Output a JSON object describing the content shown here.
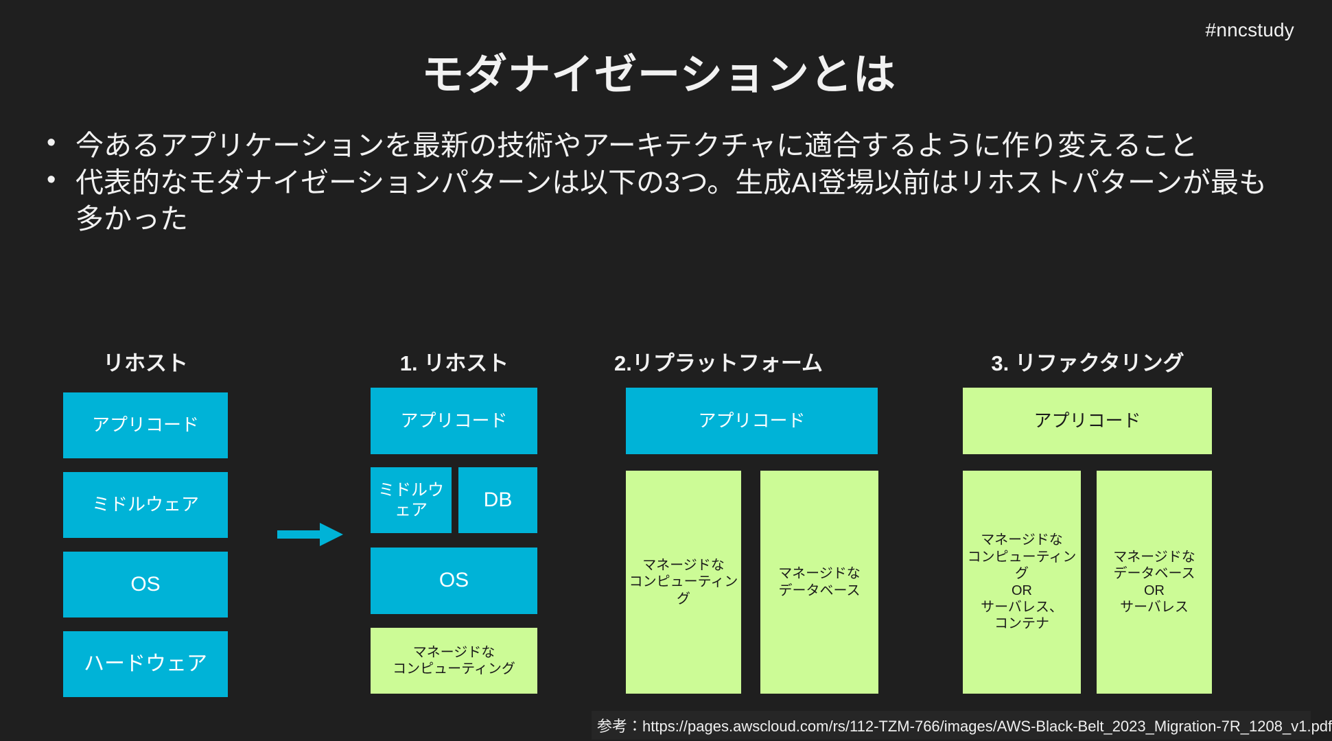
{
  "slide": {
    "hashtag": "#nncstudy",
    "title": "モダナイゼーションとは",
    "background_color": "#1f1f1f",
    "accent_cyan": "#00b3d7",
    "accent_green": "#ccfb96",
    "text_color": "#f2f2f2"
  },
  "bullets": [
    "今あるアプリケーションを最新の技術やアーキテクチャに適合するように作り変えること",
    "代表的なモダナイゼーションパターンは以下の3つ。生成AI登場以前はリホストパターンが最も多かった"
  ],
  "diagram": {
    "arrow_icon": "arrow-right-icon",
    "columns": [
      {
        "title": "リホスト",
        "blocks": [
          {
            "label": "アプリコード",
            "color": "cyan"
          },
          {
            "label": "ミドルウェア",
            "color": "cyan"
          },
          {
            "label": "OS",
            "color": "cyan"
          },
          {
            "label": "ハードウェア",
            "color": "cyan"
          }
        ]
      },
      {
        "title": "1. リホスト",
        "blocks": [
          {
            "label": "アプリコード",
            "color": "cyan"
          },
          {
            "label": "ミドルウェア",
            "color": "cyan"
          },
          {
            "label": "DB",
            "color": "cyan"
          },
          {
            "label": "OS",
            "color": "cyan"
          },
          {
            "label": "マネージドな\nコンピューティング",
            "color": "green"
          }
        ]
      },
      {
        "title": "2.リプラットフォーム",
        "blocks": [
          {
            "label": "アプリコード",
            "color": "cyan"
          },
          {
            "label": "マネージドな\nコンピューティング",
            "color": "green"
          },
          {
            "label": "マネージドな\nデータベース",
            "color": "green"
          }
        ]
      },
      {
        "title": "3. リファクタリング",
        "blocks": [
          {
            "label": "アプリコード",
            "color": "green"
          },
          {
            "label": "マネージドな\nコンピューティング\nOR\nサーバレス、\nコンテナ",
            "color": "green"
          },
          {
            "label": "マネージドな\nデータベース\nOR\nサーバレス",
            "color": "green"
          }
        ]
      }
    ]
  },
  "footer": {
    "reference": "参考：https://pages.awscloud.com/rs/112-TZM-766/images/AWS-Black-Belt_2023_Migration-7R_1208_v1.pdf"
  }
}
